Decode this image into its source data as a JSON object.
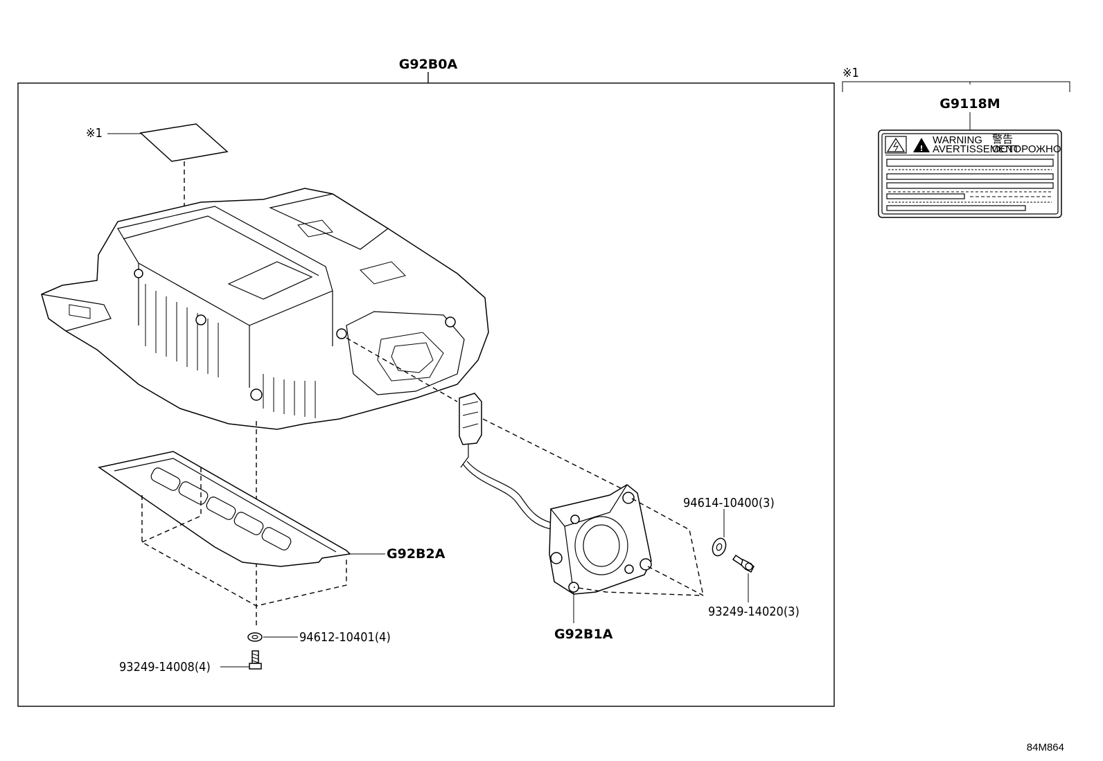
{
  "assembly": {
    "main_code": "G92B0A",
    "label_ref": "※1"
  },
  "label_panel": {
    "ref": "※1",
    "code": "G9118M",
    "warning_en": "WARNING",
    "warning_fr": "AVERTISSEMENT",
    "warning_cn": "警告",
    "warning_ru": "ОСТОРОЖНО"
  },
  "callouts": {
    "cover_plate": "G92B2A",
    "pump": "G92B1A",
    "washer_a": "94614-10400(3)",
    "bolt_a": "93249-14020(3)",
    "washer_b": "94612-10401(4)",
    "bolt_b": "93249-14008(4)"
  },
  "footer": {
    "diagram_id": "84M864"
  }
}
